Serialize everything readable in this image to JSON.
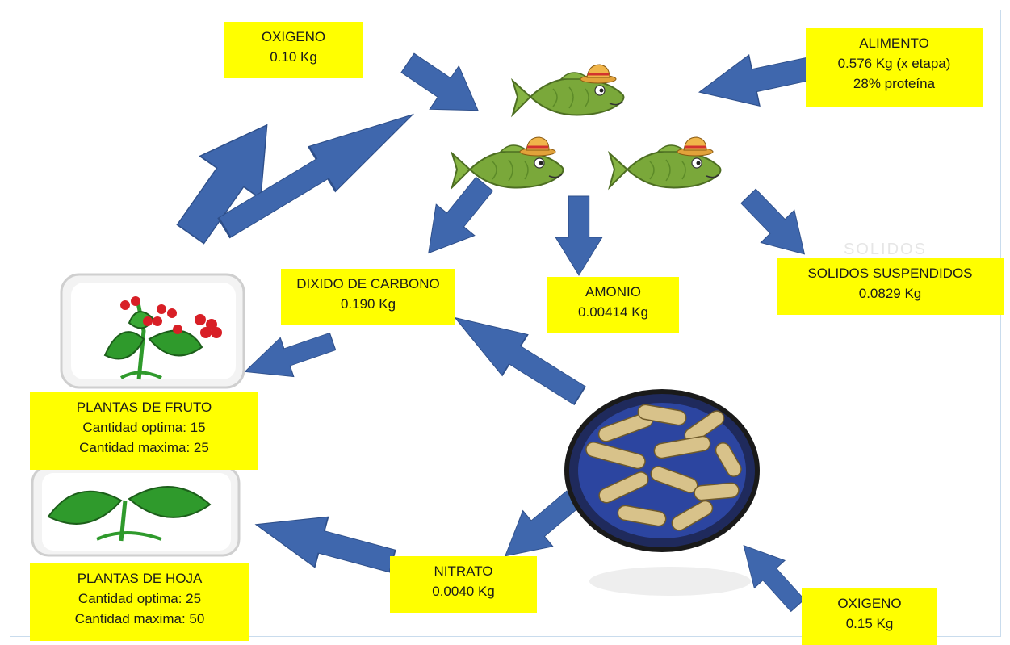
{
  "colors": {
    "label_bg": "#ffff00",
    "arrow": "#3f67ad",
    "fish": "#7aa83a",
    "leaf": "#2f9a2c",
    "berry": "#d81f26"
  },
  "icons": [
    "fish-icon",
    "fruit-plant-icon",
    "leaf-plant-icon",
    "bacteria-colony-icon"
  ],
  "nodes": {
    "oxigeno_top": {
      "line1": "OXIGENO",
      "line2": "0.10 Kg"
    },
    "alimento": {
      "line1": "ALIMENTO",
      "line2": "0.576 Kg (x etapa)",
      "line3": "28% proteína"
    },
    "co2": {
      "line1": "DIXIDO DE CARBONO",
      "line2": "0.190 Kg"
    },
    "amonio": {
      "line1": "AMONIO",
      "line2": "0.00414 Kg"
    },
    "solidos": {
      "line1": "SOLIDOS SUSPENDIDOS",
      "line2": "0.0829 Kg"
    },
    "plantas_fruto": {
      "line1": "PLANTAS DE FRUTO",
      "line2": "Cantidad optima: 15",
      "line3": "Cantidad maxima: 25"
    },
    "plantas_hoja": {
      "line1": "PLANTAS DE HOJA",
      "line2": "Cantidad optima: 25",
      "line3": "Cantidad maxima: 50"
    },
    "nitrato": {
      "line1": "NITRATO",
      "line2": "0.0040 Kg"
    },
    "oxigeno_bottom": {
      "line1": "OXIGENO",
      "line2": "0.15 Kg"
    }
  }
}
